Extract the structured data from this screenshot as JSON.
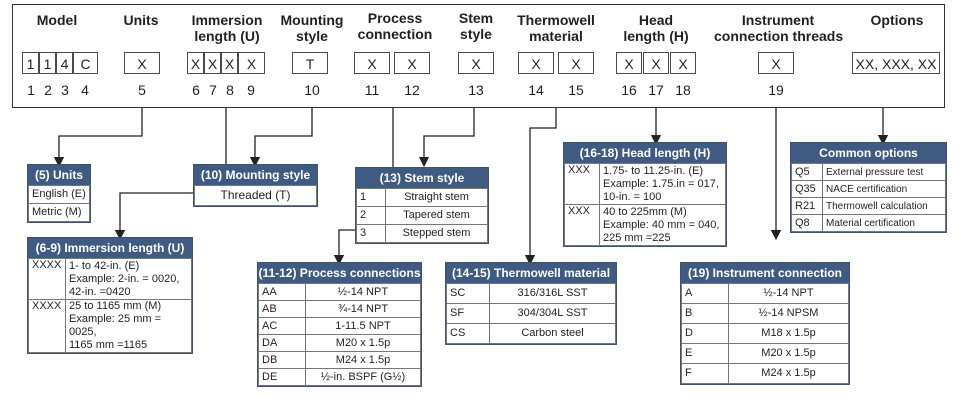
{
  "header": {
    "model_label": "Model",
    "units_label": "Units",
    "immersion_label_1": "Immersion",
    "immersion_label_2": "length (U)",
    "mounting_label_1": "Mounting",
    "mounting_label_2": "style",
    "process_label_1": "Process",
    "process_label_2": "connection",
    "stem_label_1": "Stem",
    "stem_label_2": "style",
    "thermowell_label_1": "Thermowell",
    "thermowell_label_2": "material",
    "head_label_1": "Head",
    "head_label_2": "length (H)",
    "instrument_label_1": "Instrument",
    "instrument_label_2": "connection threads",
    "options_label": "Options"
  },
  "codes": {
    "model": [
      "1",
      "1",
      "4",
      "C"
    ],
    "units": "X",
    "immersion": [
      "X",
      "X",
      "X",
      "X"
    ],
    "mounting": "T",
    "process": [
      "X",
      "X"
    ],
    "stem": "X",
    "thermowell": [
      "X",
      "X"
    ],
    "head": [
      "X",
      "X",
      "X"
    ],
    "instrument": "X",
    "options": "XX, XXX, XX"
  },
  "positions": {
    "model": [
      "1",
      "2",
      "3",
      "4"
    ],
    "units": "5",
    "immersion": [
      "6",
      "7",
      "8",
      "9"
    ],
    "mounting": "10",
    "process": [
      "11",
      "12"
    ],
    "stem": "13",
    "thermowell": [
      "14",
      "15"
    ],
    "head": [
      "16",
      "17",
      "18"
    ],
    "instrument": "19"
  },
  "units_table": {
    "title": "(5) Units",
    "rows": [
      "English (E)",
      "Metric (M)"
    ]
  },
  "immersion_table": {
    "title": "(6-9) Immersion length (U)",
    "rows": [
      {
        "code": "XXXX",
        "line1": "1- to 42-in. (E)",
        "line2": "Example: 2-in. = 0020,",
        "line3": "42-in. =0420"
      },
      {
        "code": "XXXX",
        "line1": "25 to 1165 mm (M)",
        "line2": "Example: 25 mm = 0025,",
        "line3": "1165 mm =1165"
      }
    ]
  },
  "mounting_table": {
    "title": "(10) Mounting style",
    "rows": [
      "Threaded (T)"
    ]
  },
  "process_table": {
    "title": "(11-12) Process connections",
    "rows": [
      {
        "code": "AA",
        "desc": "½-14 NPT"
      },
      {
        "code": "AB",
        "desc": "¾-14 NPT"
      },
      {
        "code": "AC",
        "desc": "1-11.5 NPT"
      },
      {
        "code": "DA",
        "desc": "M20 x 1.5p"
      },
      {
        "code": "DB",
        "desc": "M24 x 1.5p"
      },
      {
        "code": "DE",
        "desc": "½-in. BSPF (G½)"
      }
    ]
  },
  "stem_table": {
    "title": "(13) Stem style",
    "rows": [
      {
        "code": "1",
        "desc": "Straight stem"
      },
      {
        "code": "2",
        "desc": "Tapered stem"
      },
      {
        "code": "3",
        "desc": "Stepped stem"
      }
    ]
  },
  "thermowell_table": {
    "title": "(14-15) Thermowell material",
    "rows": [
      {
        "code": "SC",
        "desc": "316/316L SST"
      },
      {
        "code": "SF",
        "desc": "304/304L SST"
      },
      {
        "code": "CS",
        "desc": "Carbon steel"
      }
    ]
  },
  "head_table": {
    "title": "(16-18) Head length (H)",
    "rows": [
      {
        "code": "XXX",
        "line1": "1.75- to 11.25-in. (E)",
        "line2": "Example: 1.75.in = 017,",
        "line3": "10-in. = 100"
      },
      {
        "code": "XXX",
        "line1": "40 to 225mm (M)",
        "line2": "Example: 40 mm = 040,",
        "line3": "225 mm =225"
      }
    ]
  },
  "instrument_table": {
    "title": "(19) Instrument connection",
    "rows": [
      {
        "code": "A",
        "desc": "½-14 NPT"
      },
      {
        "code": "B",
        "desc": "½-14 NPSM"
      },
      {
        "code": "D",
        "desc": "M18 x 1.5p"
      },
      {
        "code": "E",
        "desc": "M20 x 1.5p"
      },
      {
        "code": "F",
        "desc": "M24 x 1.5p"
      }
    ]
  },
  "options_table": {
    "title": "Common options",
    "rows": [
      {
        "code": "Q5",
        "desc": "External pressure test"
      },
      {
        "code": "Q35",
        "desc": "NACE certification"
      },
      {
        "code": "R21",
        "desc": "Thermowell calculation"
      },
      {
        "code": "Q8",
        "desc": "Material certification"
      }
    ]
  },
  "colors": {
    "table_header": "#3f5b82",
    "border": "#4a4a4a",
    "text": "#231f20"
  }
}
